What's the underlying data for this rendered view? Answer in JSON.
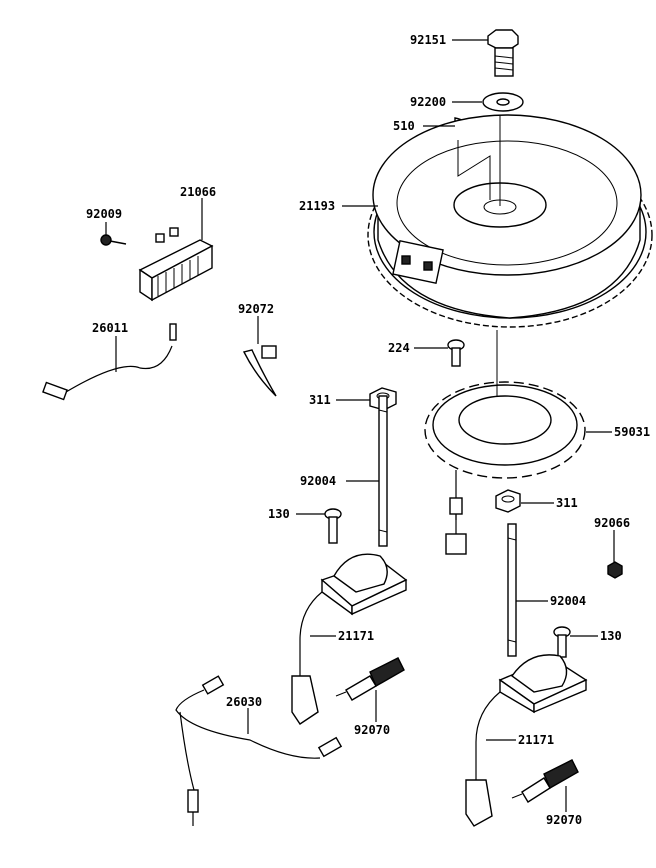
{
  "labels": {
    "p92151": "92151",
    "p92200": "92200",
    "p510": "510",
    "p21193": "21193",
    "p92009": "92009",
    "p21066": "21066",
    "p26011": "26011",
    "p92072": "92072",
    "p224": "224",
    "p311a": "311",
    "p59031": "59031",
    "p92004a": "92004",
    "p311b": "311",
    "p92066": "92066",
    "p130a": "130",
    "p21171a": "21171",
    "p92004b": "92004",
    "p130b": "130",
    "p26030": "26030",
    "p92070a": "92070",
    "p21171b": "21171",
    "p92070b": "92070"
  }
}
